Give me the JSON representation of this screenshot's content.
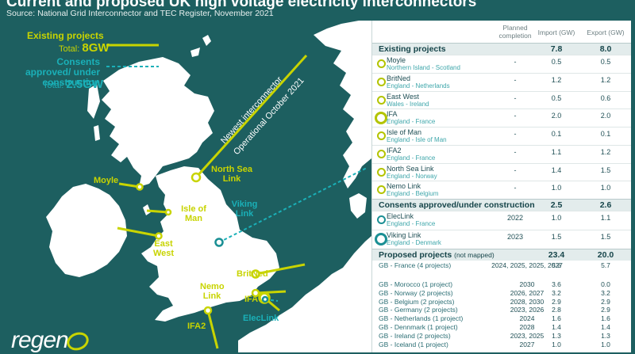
{
  "title": "Current and proposed UK high voltage electricity interconnectors",
  "source": "Source: National Grid Interconnector and TEC Register, November 2021",
  "legend": {
    "existing_label": "Existing projects",
    "existing_total_prefix": "Total: ",
    "existing_total_value": "8GW",
    "consents_label": "Consents approved/ under construction",
    "consents_total_prefix": "Total: ",
    "consents_total_value": "2.5GW"
  },
  "map_labels": {
    "newest_line1": "Newest interconnector",
    "newest_line2": "Operational October 2021",
    "moyle": "Moyle",
    "north_sea": "North Sea Link",
    "isle_of_man": "Isle of Man",
    "viking": "Viking Link",
    "east_west": "East West",
    "britned": "BritNed",
    "nemo": "Nemo Link",
    "ifa": "IFA",
    "elec": "ElecLink",
    "ifa2": "IFA2"
  },
  "logo": "regen",
  "table": {
    "headers": {
      "completion": "Planned completion",
      "import": "Import (GW)",
      "export": "Export (GW)"
    },
    "existing": {
      "label": "Existing projects",
      "import": "7.8",
      "export": "8.0",
      "rows": [
        {
          "name": "Moyle",
          "route": "Northern Island - Scotland",
          "completion": "-",
          "import": "0.5",
          "export": "0.5"
        },
        {
          "name": "BritNed",
          "route": "England - Netherlands",
          "completion": "-",
          "import": "1.2",
          "export": "1.2"
        },
        {
          "name": "East West",
          "route": "Wales - Ireland",
          "completion": "-",
          "import": "0.5",
          "export": "0.6"
        },
        {
          "name": "IFA",
          "route": "England - France",
          "completion": "-",
          "import": "2.0",
          "export": "2.0"
        },
        {
          "name": "Isle of Man",
          "route": "England - Isle of Man",
          "completion": "-",
          "import": "0.1",
          "export": "0.1"
        },
        {
          "name": "IFA2",
          "route": "England - France",
          "completion": "-",
          "import": "1.1",
          "export": "1.2"
        },
        {
          "name": "North Sea Link",
          "route": "England - Norway",
          "completion": "-",
          "import": "1.4",
          "export": "1.5"
        },
        {
          "name": "Nemo Link",
          "route": "England - Belgium",
          "completion": "-",
          "import": "1.0",
          "export": "1.0"
        }
      ]
    },
    "consents": {
      "label": "Consents approved/under construction",
      "import": "2.5",
      "export": "2.6",
      "rows": [
        {
          "name": "ElecLink",
          "route": "England - France",
          "completion": "2022",
          "import": "1.0",
          "export": "1.1"
        },
        {
          "name": "Viking Link",
          "route": "England - Denmark",
          "completion": "2023",
          "import": "1.5",
          "export": "1.5"
        }
      ]
    },
    "proposed": {
      "label": "Proposed projects",
      "note": "(not mapped)",
      "import": "23.4",
      "export": "20.0",
      "rows": [
        {
          "name": "GB - France (4 projects)",
          "completion": "2024, 2025, 2025, 2027",
          "import": "5.6",
          "export": "5.7"
        },
        {
          "name": "GB - Morocco (1 project)",
          "completion": "2030",
          "import": "3.6",
          "export": "0.0"
        },
        {
          "name": "GB - Norway (2 projects)",
          "completion": "2026, 2027",
          "import": "3.2",
          "export": "3.2"
        },
        {
          "name": "GB - Belgium (2 projects)",
          "completion": "2028, 2030",
          "import": "2.9",
          "export": "2.9"
        },
        {
          "name": "GB - Germany (2 projects)",
          "completion": "2023, 2026",
          "import": "2.8",
          "export": "2.9"
        },
        {
          "name": "GB - Netherlands (1 project)",
          "completion": "2024",
          "import": "1.6",
          "export": "1.6"
        },
        {
          "name": "GB - Dennmark (1 project)",
          "completion": "2028",
          "import": "1.4",
          "export": "1.4"
        },
        {
          "name": "GB - Ireland (2 projects)",
          "completion": "2023, 2025",
          "import": "1.3",
          "export": "1.3"
        },
        {
          "name": "GB - Iceland (1 project)",
          "completion": "2027",
          "import": "1.0",
          "export": "1.0"
        }
      ]
    }
  },
  "colors": {
    "sea": "#1d5f60",
    "land": "#ffffff",
    "existing": "#c8d400",
    "consents": "#1ab0b8"
  }
}
